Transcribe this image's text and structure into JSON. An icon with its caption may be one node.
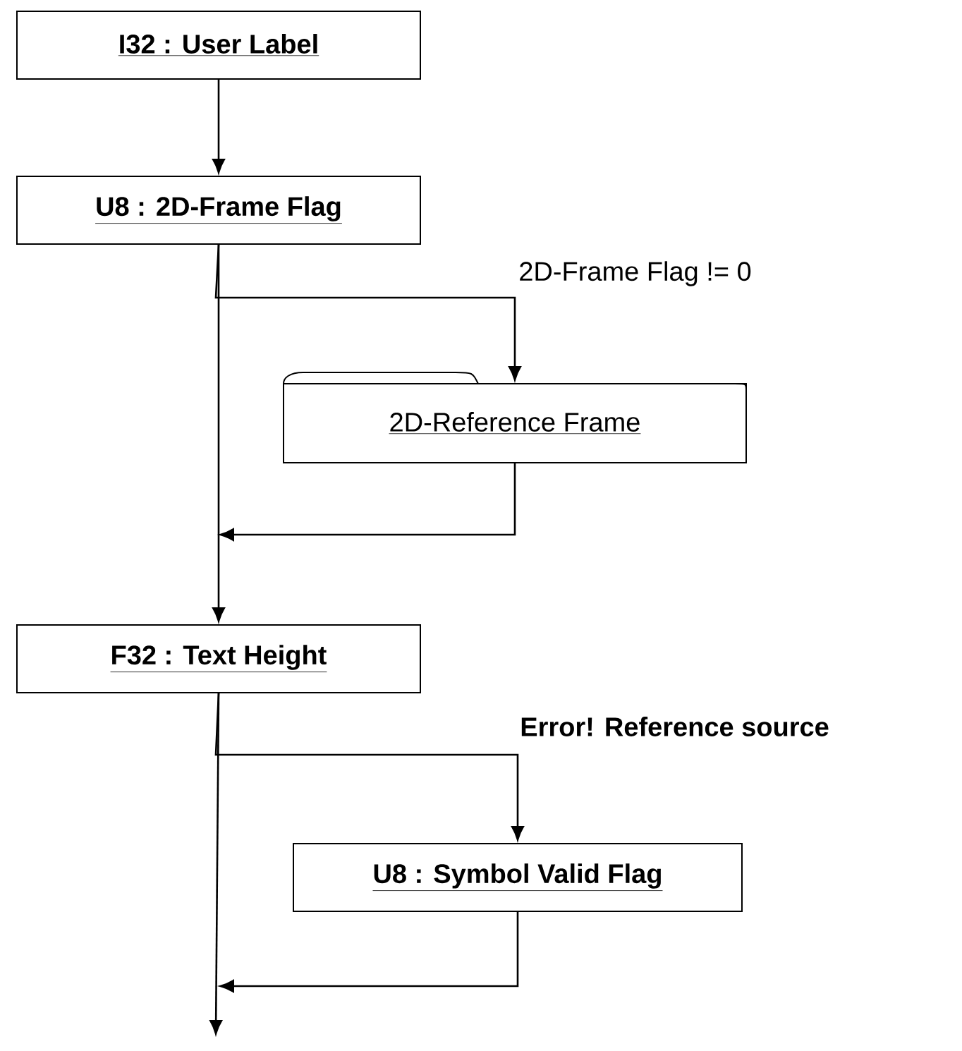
{
  "diagram": {
    "nodes": [
      {
        "text": [
          "I32 : User Label"
        ]
      },
      {
        "text": [
          "U8 : 2D-Frame Flag"
        ]
      },
      {
        "text": [
          "2D-Reference Frame"
        ]
      },
      {
        "text": [
          "F32 : Text Height"
        ]
      },
      {
        "text": [
          "U8 : Symbol Valid Flag"
        ]
      }
    ],
    "edges": [
      {
        "from": 0,
        "to": 1,
        "arrow": "to"
      },
      {
        "from": 1,
        "to": 3,
        "arrow": "to"
      },
      {
        "from": 1,
        "to": 2,
        "arrow": "to",
        "label": "2D-Frame Flag != 0"
      },
      {
        "from": 2,
        "to": 3,
        "arrow": "to"
      },
      {
        "from": 3,
        "to": null,
        "arrow": "to"
      },
      {
        "from": 3,
        "to": 4,
        "arrow": "to",
        "label": "Error! Reference source"
      },
      {
        "from": 4,
        "to": null,
        "arrow": "to"
      }
    ]
  }
}
